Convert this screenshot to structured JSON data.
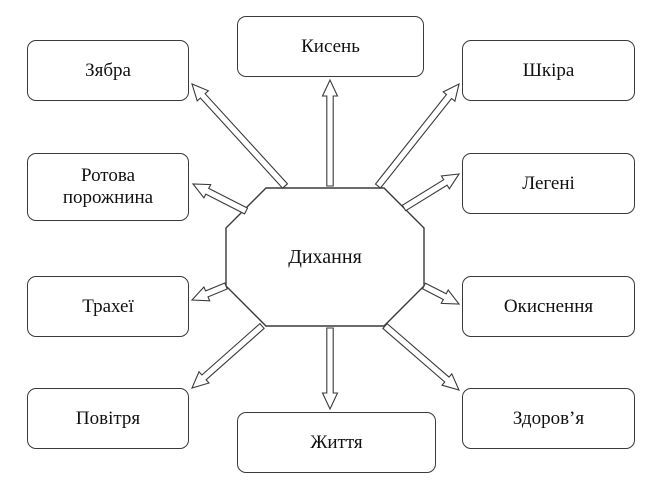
{
  "center": {
    "label": "Дихання"
  },
  "nodes": {
    "zyabra": "Зябра",
    "kysen": "Кисень",
    "shkira": "Шкіра",
    "rotova_line1": "Ротова",
    "rotova_line2": "порожнина",
    "legeni": "Легені",
    "trakhei": "Трахеї",
    "okysnennia": "Окиснення",
    "povitria": "Повітря",
    "zhyttia": "Життя",
    "zdorovia": "Здоров’я"
  },
  "colors": {
    "stroke": "#3a3a3a",
    "text": "#111111",
    "fill": "#ffffff"
  }
}
